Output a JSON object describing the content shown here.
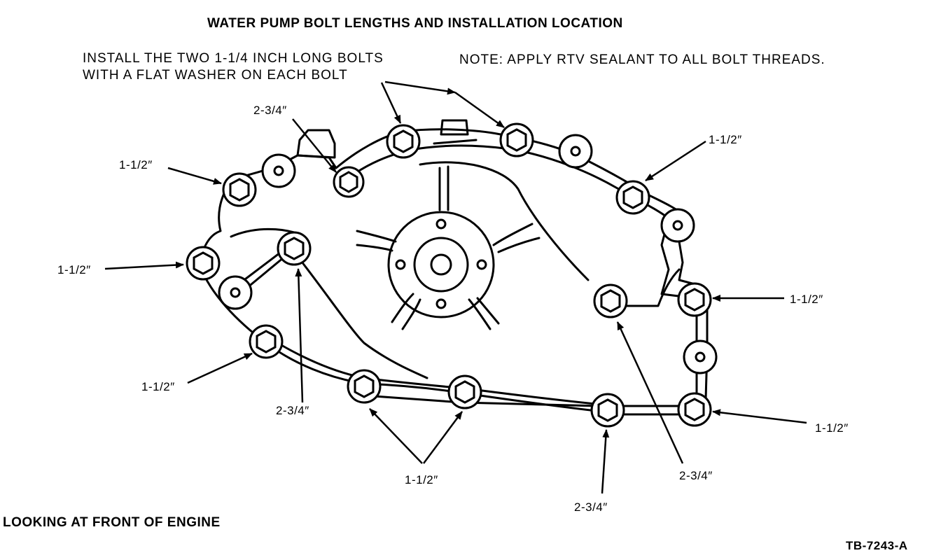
{
  "title": "WATER PUMP BOLT LENGTHS AND INSTALLATION LOCATION",
  "install_note": {
    "line1": "INSTALL THE TWO 1-1/4 INCH LONG BOLTS",
    "line2": "WITH A FLAT WASHER ON EACH BOLT"
  },
  "rtv_note": "NOTE:  APPLY RTV SEALANT TO ALL BOLT THREADS.",
  "view_label": "LOOKING AT FRONT OF ENGINE",
  "figure_id": "TB-7243-A",
  "labels": {
    "top_left_2_75": "2-3/4″",
    "left_upper_1_5": "1-1/2″",
    "left_mid_1_5": "1-1/2″",
    "left_lower_1_5": "1-1/2″",
    "left_inner_2_75": "2-3/4″",
    "bottom_pair_1_5": "1-1/2″",
    "bottom_right_2_75": "2-3/4″",
    "inner_right_2_75": "2-3/4″",
    "right_upper_1_5": "1-1/2″",
    "right_mid_1_5": "1-1/2″",
    "right_lower_1_5": "1-1/2″"
  }
}
